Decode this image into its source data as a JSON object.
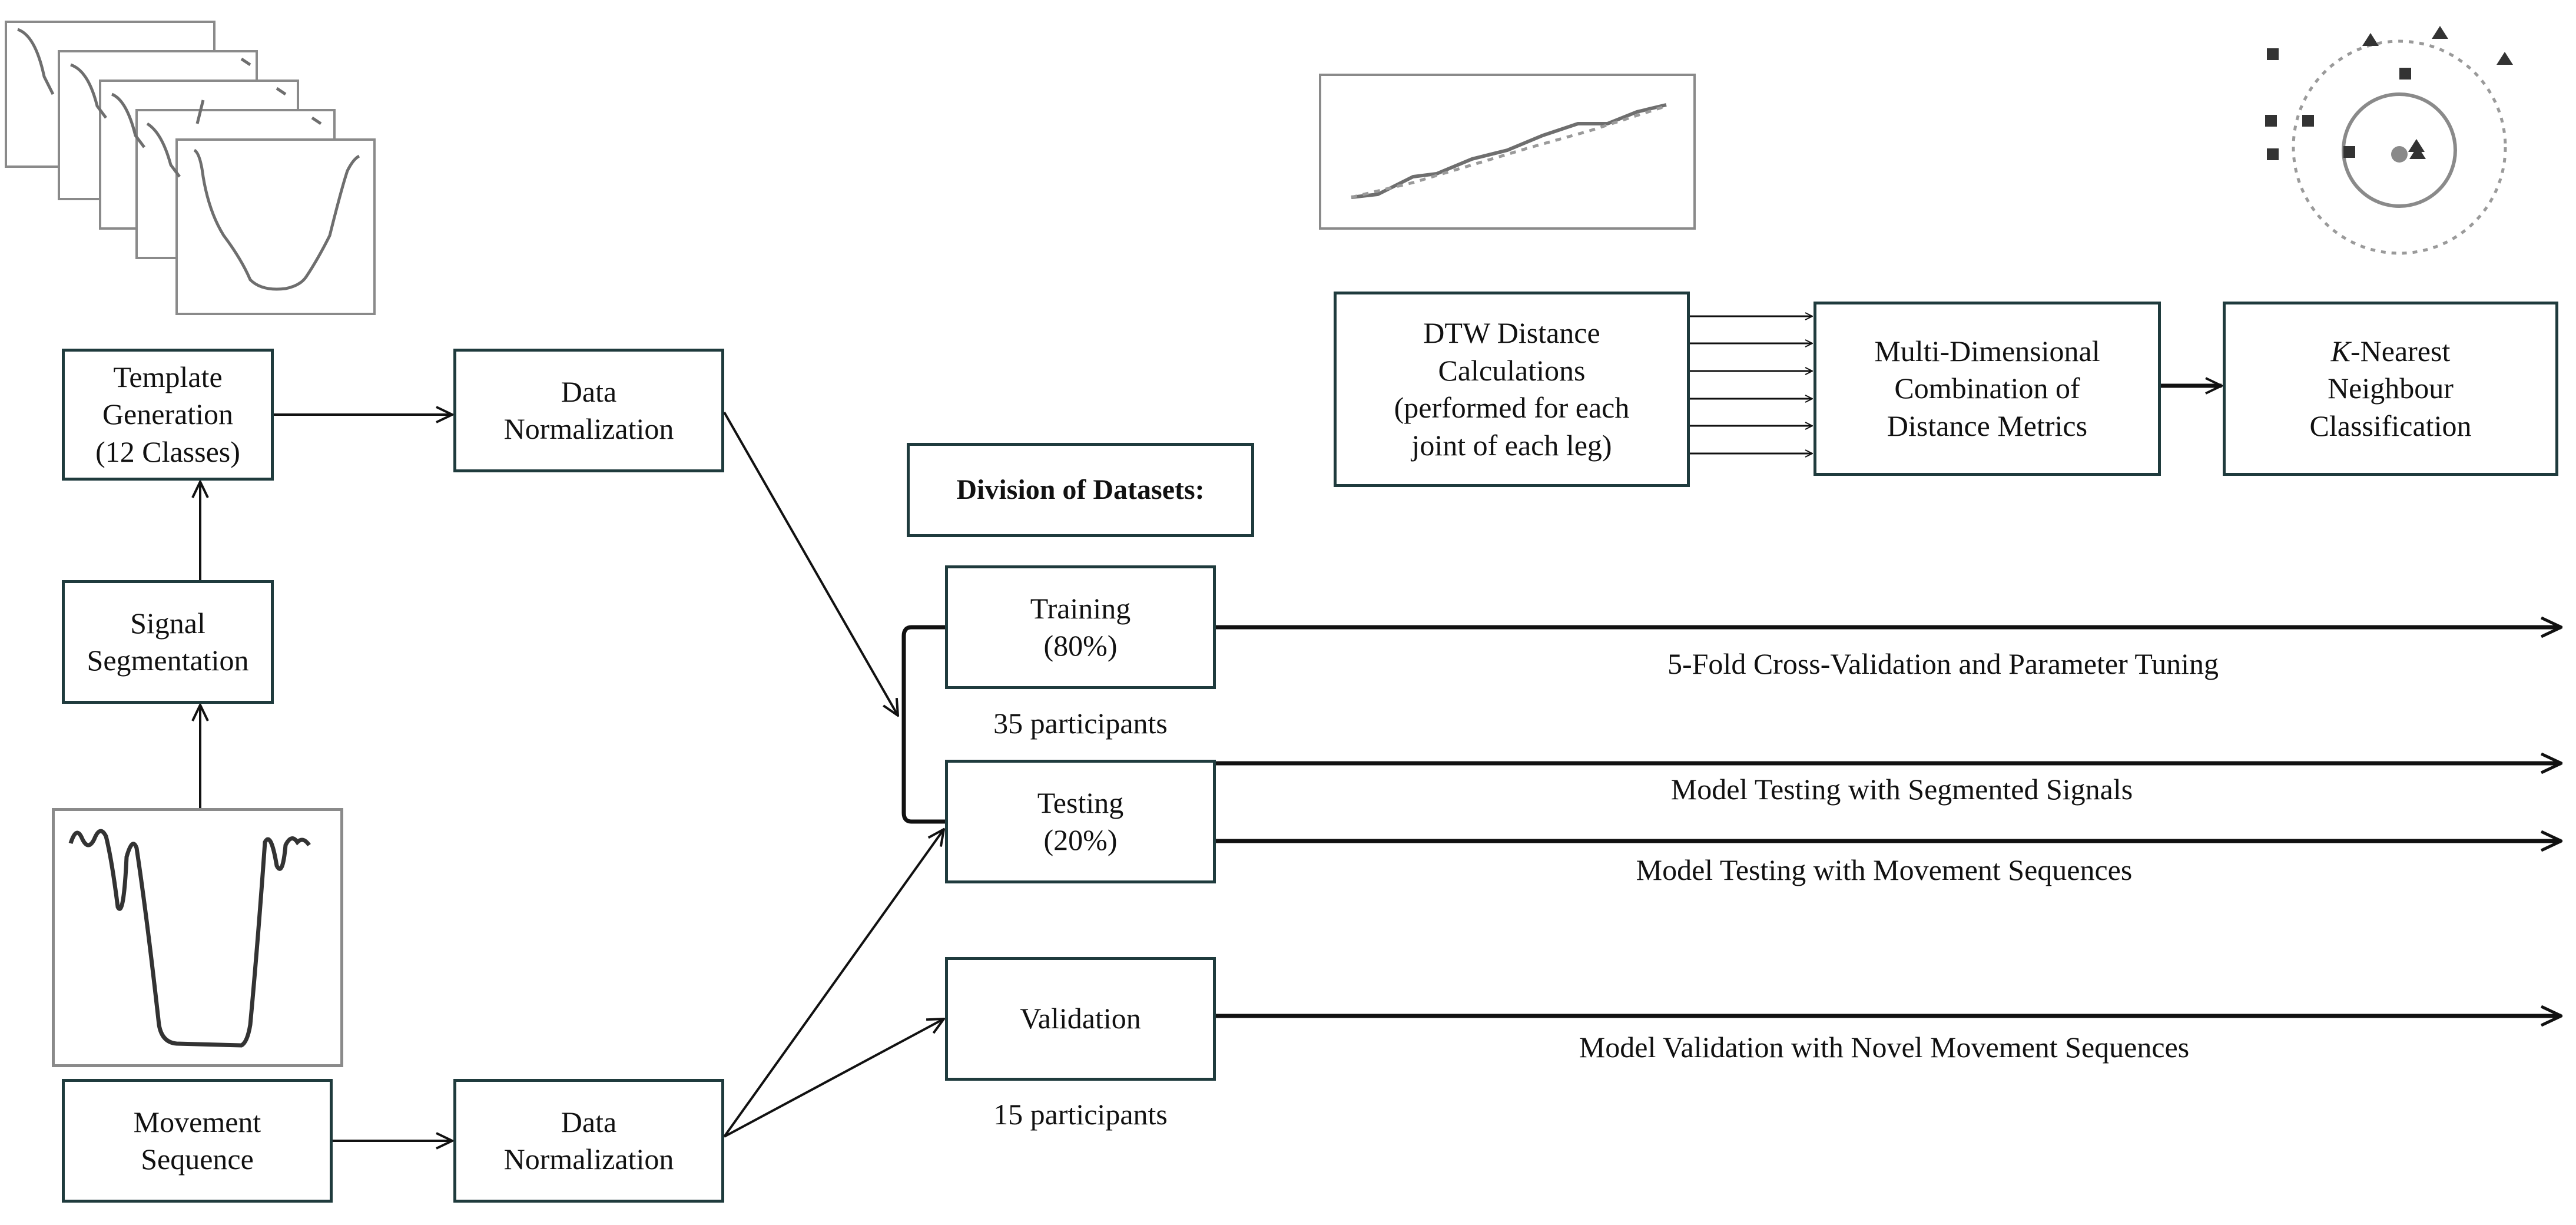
{
  "boxes": {
    "template_generation": "Template\nGeneration\n(12 Classes)",
    "data_norm_top": "Data\nNormalization",
    "signal_segmentation": "Signal\nSegmentation",
    "movement_sequence": "Movement\nSequence",
    "data_norm_bottom": "Data\nNormalization",
    "division_heading": "Division of Datasets:",
    "training": "Training\n(80%)",
    "testing": "Testing\n(20%)",
    "validation": "Validation",
    "dtw": "DTW Distance\nCalculations\n(performed for each\njoint of each leg)",
    "multi_dim": "Multi-Dimensional\nCombination of\nDistance Metrics",
    "knn_italic": "K",
    "knn_rest": "-Nearest\nNeighbour\nClassification"
  },
  "labels": {
    "train_participants": "35 participants",
    "val_participants": "15 participants",
    "cross_validation": "5-Fold Cross-Validation and Parameter Tuning",
    "test_segmented": "Model Testing with Segmented Signals",
    "test_movement": "Model Testing with Movement Sequences",
    "validation_novel": "Model Validation with Novel Movement Sequences"
  },
  "icons": {
    "template_stack": "stacked-signal-templates-icon",
    "raw_signal": "raw-movement-signal-icon",
    "dtw_plot": "dtw-alignment-plot-icon",
    "knn_scatter": "knn-neighbourhood-scatter-icon"
  },
  "colors": {
    "box_border": "#1f3b3d",
    "arrow": "#111111",
    "signal_line": "#6e6e6e",
    "thumbnail_border": "#8a8a8a"
  }
}
